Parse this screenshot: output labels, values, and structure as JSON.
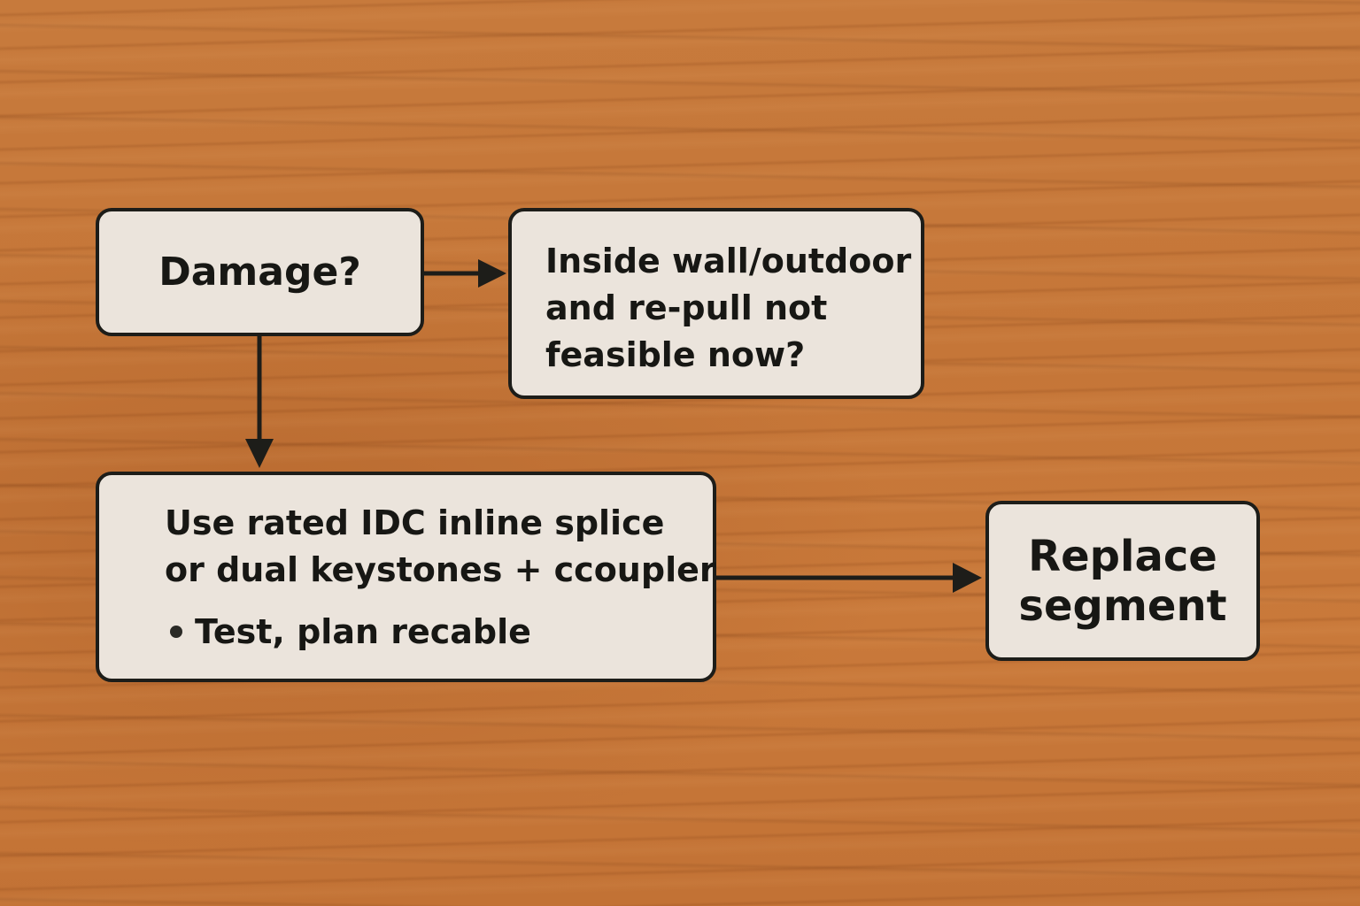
{
  "nodes": {
    "damage": {
      "text": "Damage?"
    },
    "inside_wall": {
      "lines": [
        "Inside wall/outdoor",
        "and re-pull not",
        "feasible now?"
      ]
    },
    "splice": {
      "lines": [
        "Use rated IDC inline splice",
        "or dual keystones + ccoupler"
      ],
      "bullet": "Test, plan recable"
    },
    "replace": {
      "lines": [
        "Replace",
        "segment"
      ]
    }
  },
  "colors": {
    "box_fill": "#ebe4dc",
    "stroke": "#1d1d19",
    "wood": "#c77a3c"
  }
}
